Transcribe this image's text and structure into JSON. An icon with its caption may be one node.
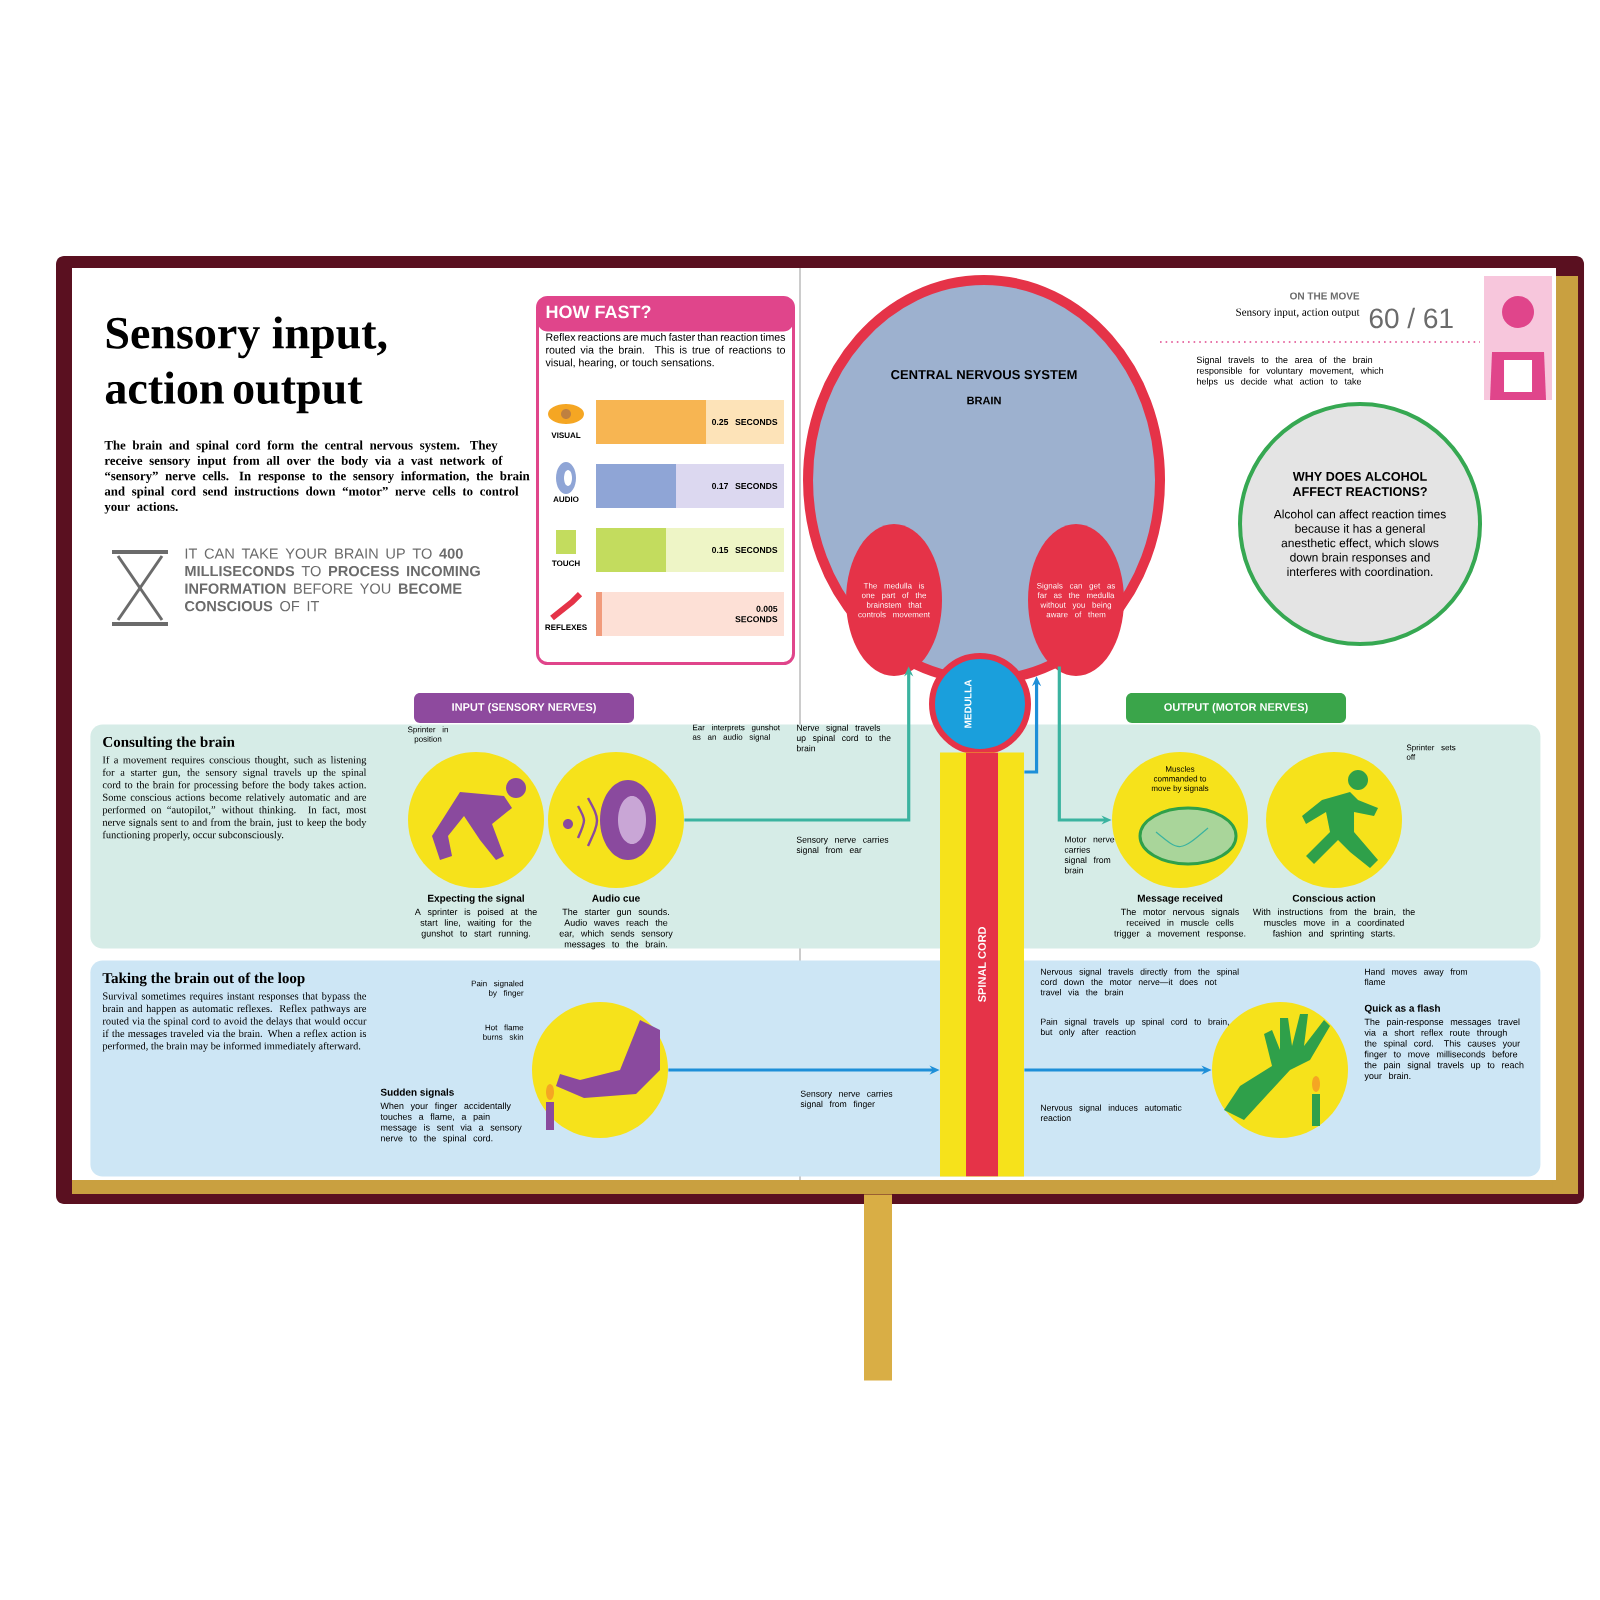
{
  "diagram": {
    "title": "Sensory input, action output",
    "nodes": [
      {
        "text": [
          "HOW FAST?",
          "Reflex reactions are much faster than reaction times routed via the brain. This is true of reactions to visual, hearing, or touch sensations."
        ]
      },
      {
        "text": [
          "WHY DOES ALCOHOL AFFECT REACTIONS?",
          "Alcohol can affect reaction times because it has a general anesthetic effect, which slows down brain responses and interferes with coordination."
        ]
      },
      {
        "text": [
          "INPUT (SENSORY NERVES)"
        ]
      },
      {
        "text": [
          "OUTPUT (MOTOR NERVES)"
        ]
      },
      {
        "text": [
          "Consulting the brain",
          "If a movement requires conscious thought, such as listening for a starter gun, the sensory signal travels up the spinal cord to the brain for processing before the body takes action. Some conscious actions become relatively automatic and are performed on “autopilot,” without thinking. In fact, most nerve signals sent to and from the brain, just to keep the body functioning properly, occur subconsciously."
        ]
      },
      {
        "text": [],
        "shape": "picture",
        "in": 4,
        "beside": [
          "Expecting the signal",
          "A sprinter is poised at the start line, waiting for the gunshot to start running."
        ]
      },
      {
        "text": [],
        "shape": "picture",
        "in": 4,
        "beside": [
          "Ear interprets gunshot as an audio signal",
          "Audio cue",
          "The starter gun sounds. Audio waves reach the ear, which sends sensory messages to the brain."
        ]
      },
      {
        "text": [
          "CENTRAL NERVOUS SYSTEM",
          "BRAIN"
        ]
      },
      {
        "text": [
          "MEDULLA"
        ]
      },
      {
        "text": [
          "SPINAL CORD"
        ]
      },
      {
        "text": [
          "Muscles commanded to move by signals"
        ],
        "in": 4,
        "beside": [
          "Message received",
          "The motor nervous signals received in muscle cells trigger a movement response."
        ]
      },
      {
        "text": [],
        "shape": "picture",
        "in": 4,
        "beside": [
          "Sprinter sets off",
          "Conscious action",
          "With instructions from the brain, the muscles move in a coordinated fashion and sprinting starts."
        ]
      },
      {
        "text": [
          "Taking the brain out of the loop",
          "Survival sometimes requires instant responses that bypass the brain and happen as automatic reflexes. Reflex pathways are routed via the spinal cord to avoid the delays that would occur if the messages traveled via the brain. When a reflex action is performed, the brain may be informed immediately afterward."
        ]
      },
      {
        "text": [],
        "shape": "picture",
        "in": 12,
        "beside": [
          "Pain signaled by finger",
          "Hot flame burns skin",
          "Sudden signals",
          "When your finger accidentally touches a flame, a pain message is sent via a sensory nerve to the spinal cord."
        ]
      },
      {
        "text": [],
        "shape": "picture",
        "in": 12,
        "beside": [
          "Hand moves away from flame",
          "Quick as a flash",
          "The pain-response messages travel via a short reflex route through the spinal cord. This causes your finger to move milliseconds before the pain signal travels up to reach your brain."
        ]
      },
      {
        "text": [],
        "shape": "bar"
      }
    ],
    "edges": [
      {
        "from": 6,
        "to": 7,
        "arrow": "to",
        "color": "#3bb3a0"
      },
      {
        "from": 7,
        "to": 10,
        "arrow": "to",
        "color": "#3bb3a0"
      },
      {
        "from": 13,
        "to": 9,
        "arrow": "to"
      },
      {
        "from": 9,
        "to": 14,
        "arrow": "to"
      },
      {
        "from": 9,
        "to": 7,
        "arrow": "to"
      }
    ],
    "labels": [
      "The brain and spinal cord form the central nervous system. They receive sensory input from all over the body via a vast network of “sensory” nerve cells. In response to the sensory information, the brain and spinal cord send instructions down “motor” nerve cells to control your actions.",
      "IT CAN TAKE YOUR BRAIN UP TO **400 MILLISECONDS** TO **PROCESS INCOMING INFORMATION** BEFORE YOU **BECOME CONSCIOUS** OF IT",
      "VISUAL",
      "0.25 SECONDS",
      "AUDIO",
      "0.17 SECONDS",
      "TOUCH",
      "0.15 SECONDS",
      "REFLEXES",
      "0.005 SECONDS",
      "ON THE MOVE",
      "Sensory input, action output",
      "60 / 61",
      "Signal travels to the area of the brain responsible for voluntary movement, which helps us decide what action to take",
      "The medulla is one part of the brainstem that controls movement",
      "Signals can get as far as the medulla without you being aware of them",
      "Nerve signal travels up spinal cord to the brain",
      "Sensory nerve carries signal from ear",
      "Motor nerve carries signal from brain",
      "Sensory nerve carries signal from finger",
      "Nervous signal travels directly from the spinal cord down the motor nerve—it does not travel via the brain",
      "Pain signal travels up spinal cord to brain, but only after reaction",
      "Nervous signal induces automatic reaction",
      "Sprinter in position"
    ]
  }
}
